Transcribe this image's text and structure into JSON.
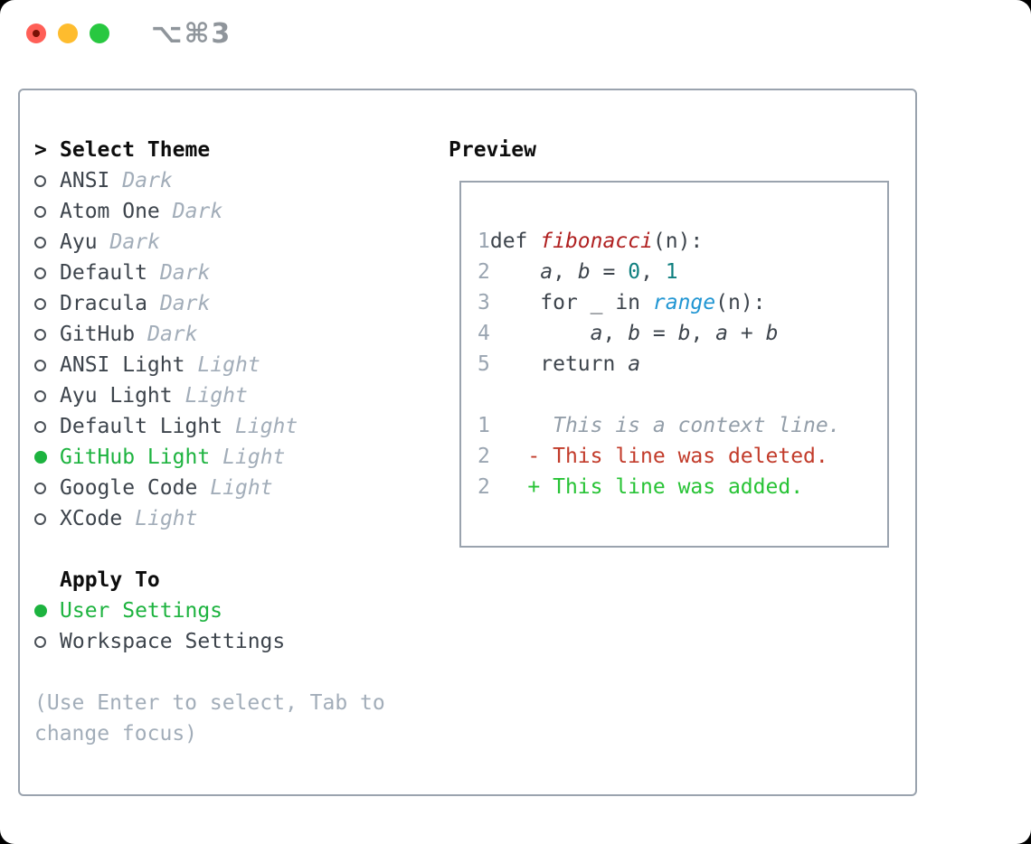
{
  "window": {
    "title": "⌥⌘3"
  },
  "colors": {
    "selection_green": "#1db33f",
    "added_green": "#27c335",
    "deleted_red": "#c23b2a",
    "function_red": "#b02121",
    "number_teal": "#0f7f7f",
    "builtin_blue": "#2196d3",
    "text_dark": "#3d444c",
    "muted_gray": "#a2adb9",
    "line_number_gray": "#9aa5b1",
    "context_gray": "#939ea9",
    "border_gray": "#9aa3ae",
    "traffic_red": "#ff5f57",
    "traffic_yellow": "#febc2e",
    "traffic_green": "#28c840"
  },
  "sidebar": {
    "header_prefix": ">",
    "header_label": "Select Theme",
    "themes": [
      {
        "name": "ANSI",
        "variant": "Dark",
        "selected": false
      },
      {
        "name": "Atom One",
        "variant": "Dark",
        "selected": false
      },
      {
        "name": "Ayu",
        "variant": "Dark",
        "selected": false
      },
      {
        "name": "Default",
        "variant": "Dark",
        "selected": false
      },
      {
        "name": "Dracula",
        "variant": "Dark",
        "selected": false
      },
      {
        "name": "GitHub",
        "variant": "Dark",
        "selected": false
      },
      {
        "name": "ANSI Light",
        "variant": "Light",
        "selected": false
      },
      {
        "name": "Ayu Light",
        "variant": "Light",
        "selected": false
      },
      {
        "name": "Default Light",
        "variant": "Light",
        "selected": false
      },
      {
        "name": "GitHub Light",
        "variant": "Light",
        "selected": true
      },
      {
        "name": "Google Code",
        "variant": "Light",
        "selected": false
      },
      {
        "name": "XCode",
        "variant": "Light",
        "selected": false
      }
    ],
    "apply_to_label": "Apply To",
    "apply_to_options": [
      {
        "name": "User Settings",
        "selected": true
      },
      {
        "name": "Workspace Settings",
        "selected": false
      }
    ],
    "hint_lines": [
      "(Use Enter to select, Tab to",
      "change focus)"
    ]
  },
  "preview": {
    "label": "Preview",
    "code_lines": [
      {
        "num": "1",
        "segments": [
          {
            "t": "def ",
            "c": "plain"
          },
          {
            "t": "fibonacci",
            "c": "fn"
          },
          {
            "t": "(n):",
            "c": "plain"
          }
        ]
      },
      {
        "num": "2",
        "segments": [
          {
            "t": "    ",
            "c": "plain"
          },
          {
            "t": "a",
            "c": "var"
          },
          {
            "t": ", ",
            "c": "plain"
          },
          {
            "t": "b",
            "c": "var"
          },
          {
            "t": " = ",
            "c": "plain"
          },
          {
            "t": "0",
            "c": "number"
          },
          {
            "t": ", ",
            "c": "plain"
          },
          {
            "t": "1",
            "c": "number"
          }
        ]
      },
      {
        "num": "3",
        "segments": [
          {
            "t": "    for _ in ",
            "c": "plain"
          },
          {
            "t": "range",
            "c": "builtin"
          },
          {
            "t": "(n):",
            "c": "plain"
          }
        ]
      },
      {
        "num": "4",
        "segments": [
          {
            "t": "        ",
            "c": "plain"
          },
          {
            "t": "a",
            "c": "var"
          },
          {
            "t": ", ",
            "c": "plain"
          },
          {
            "t": "b",
            "c": "var"
          },
          {
            "t": " = ",
            "c": "plain"
          },
          {
            "t": "b",
            "c": "var"
          },
          {
            "t": ", ",
            "c": "plain"
          },
          {
            "t": "a",
            "c": "var"
          },
          {
            "t": " + ",
            "c": "plain"
          },
          {
            "t": "b",
            "c": "var"
          }
        ]
      },
      {
        "num": "5",
        "segments": [
          {
            "t": "    return ",
            "c": "plain"
          },
          {
            "t": "a",
            "c": "var"
          }
        ]
      },
      {
        "num": "",
        "segments": []
      },
      {
        "num": "1",
        "segments": [
          {
            "t": "     This is a context line.",
            "c": "context"
          }
        ]
      },
      {
        "num": "2",
        "segments": [
          {
            "t": "   - This line was deleted.",
            "c": "deleted"
          }
        ]
      },
      {
        "num": "2",
        "segments": [
          {
            "t": "   + This line was added.",
            "c": "added"
          }
        ]
      }
    ]
  }
}
